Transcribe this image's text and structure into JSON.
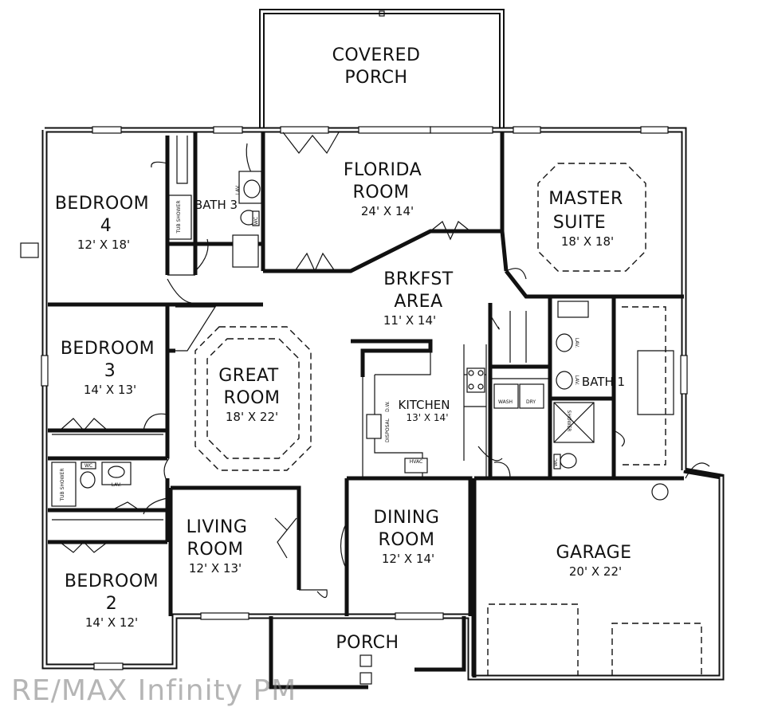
{
  "rooms": {
    "covered_porch": {
      "name_1": "COVERED",
      "name_2": "PORCH"
    },
    "florida_room": {
      "name_1": "FLORIDA",
      "name_2": "ROOM",
      "dim": "24' X 14'"
    },
    "master_suite": {
      "name_1": "MASTER",
      "name_2": "SUITE",
      "dim": "18' X 18'"
    },
    "bedroom_4": {
      "name_1": "BEDROOM",
      "name_2": "4",
      "dim": "12' X 18'"
    },
    "bath_3": {
      "name": "BATH 3"
    },
    "brkfst_area": {
      "name_1": "BRKFST",
      "name_2": "AREA",
      "dim": "11' X 14'"
    },
    "bedroom_3": {
      "name_1": "BEDROOM",
      "name_2": "3",
      "dim": "14' X 13'"
    },
    "great_room": {
      "name_1": "GREAT",
      "name_2": "ROOM",
      "dim": "18' X 22'"
    },
    "kitchen": {
      "name": "KITCHEN",
      "dim": "13' X 14'"
    },
    "bath_1": {
      "name": "BATH 1"
    },
    "living_room": {
      "name_1": "LIVING",
      "name_2": "ROOM",
      "dim": "12' X 13'"
    },
    "dining_room": {
      "name_1": "DINING",
      "name_2": "ROOM",
      "dim": "12' X 14'"
    },
    "garage": {
      "name": "GARAGE",
      "dim": "20' X 22'"
    },
    "bedroom_2": {
      "name_1": "BEDROOM",
      "name_2": "2",
      "dim": "14' X 12'"
    },
    "porch": {
      "name": "PORCH"
    }
  },
  "fixture_labels": {
    "lav": "LAV.",
    "wc": "WC",
    "tub_shower": "TUB SHOWER",
    "wash": "WASH",
    "dry": "DRY",
    "dw": "D.W.",
    "disposal": "DISPOSAL",
    "hvac": "HVAC",
    "shower": "SHOWER"
  },
  "watermark": "RE/MAX Infinity PM"
}
